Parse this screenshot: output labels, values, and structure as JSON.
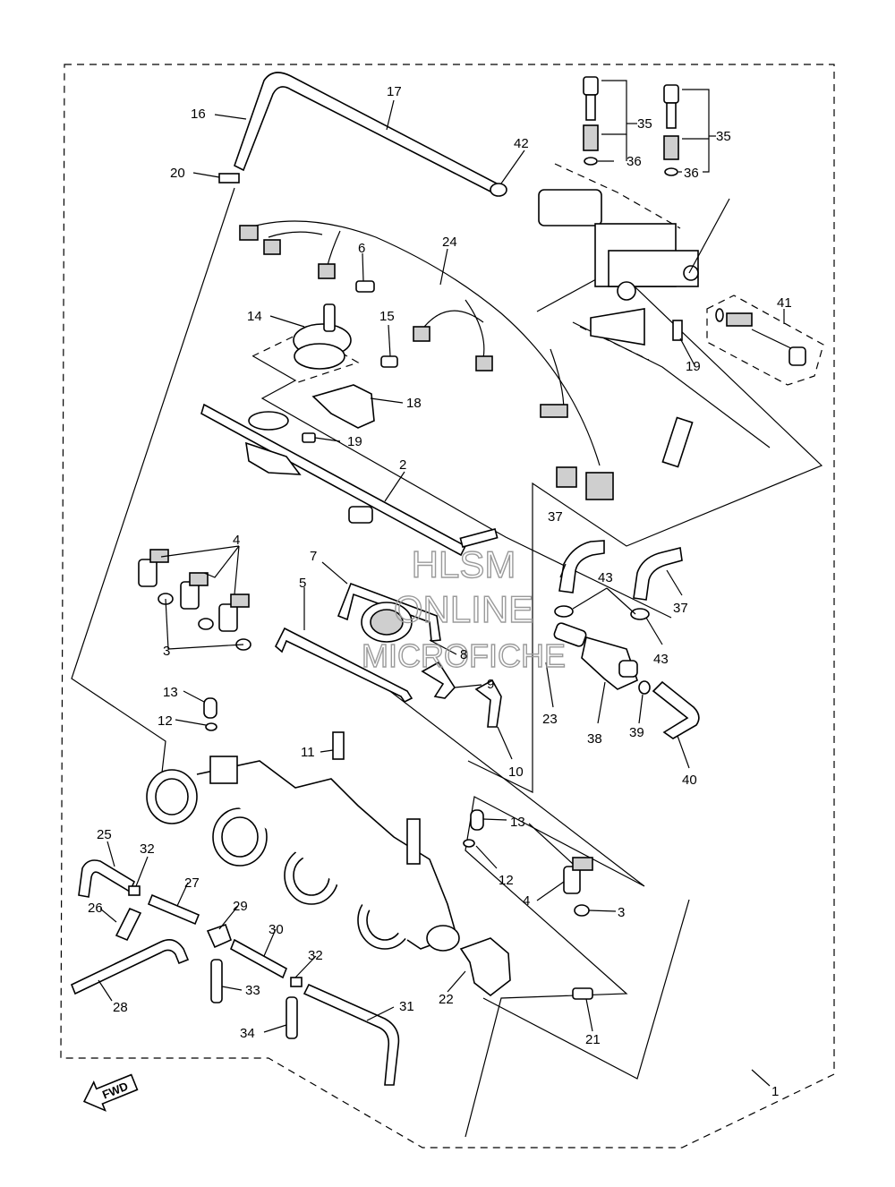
{
  "watermark": {
    "line1": "HLSM",
    "line2": "ONLINE",
    "line3": "MICROFICHE"
  },
  "direction_label": "FWD",
  "callouts": {
    "c1": "1",
    "c2": "2",
    "c3a": "3",
    "c3b": "3",
    "c4a": "4",
    "c4b": "4",
    "c5": "5",
    "c6": "6",
    "c7": "7",
    "c8": "8",
    "c9": "9",
    "c10": "10",
    "c11": "11",
    "c12a": "12",
    "c12b": "12",
    "c13a": "13",
    "c13b": "13",
    "c14": "14",
    "c15": "15",
    "c16": "16",
    "c17": "17",
    "c18": "18",
    "c19a": "19",
    "c19b": "19",
    "c20": "20",
    "c21": "21",
    "c22": "22",
    "c23": "23",
    "c24": "24",
    "c25": "25",
    "c26": "26",
    "c27": "27",
    "c28": "28",
    "c29": "29",
    "c30": "30",
    "c31": "31",
    "c32a": "32",
    "c32b": "32",
    "c33": "33",
    "c34": "34",
    "c35a": "35",
    "c35b": "35",
    "c36a": "36",
    "c36b": "36",
    "c37a": "37",
    "c37b": "37",
    "c38": "38",
    "c39": "39",
    "c40": "40",
    "c41": "41",
    "c42": "42",
    "c43a": "43",
    "c43b": "43"
  }
}
